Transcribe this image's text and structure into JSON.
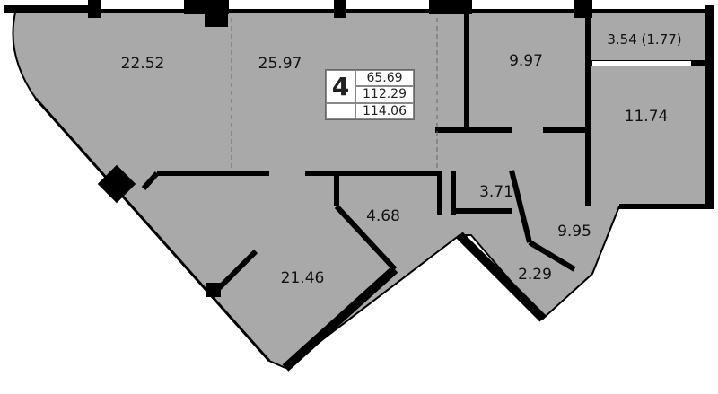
{
  "summary": {
    "rooms": "4",
    "living_area": "65.69",
    "total_area": "112.29",
    "total_with_balcony": "114.06"
  },
  "rooms": [
    {
      "id": "living-left",
      "area": "22.52"
    },
    {
      "id": "kitchen-living",
      "area": "25.97"
    },
    {
      "id": "bedroom-top",
      "area": "9.97"
    },
    {
      "id": "balcony",
      "area": "3.54 (1.77)"
    },
    {
      "id": "bedroom-right",
      "area": "11.74"
    },
    {
      "id": "bathroom",
      "area": "4.68"
    },
    {
      "id": "toilet",
      "area": "3.71"
    },
    {
      "id": "hall",
      "area": "9.95"
    },
    {
      "id": "storage",
      "area": "2.29"
    },
    {
      "id": "bedroom-bottom",
      "area": "21.46"
    }
  ],
  "colors": {
    "floor": "#a9a9a9",
    "wall": "#000000"
  }
}
